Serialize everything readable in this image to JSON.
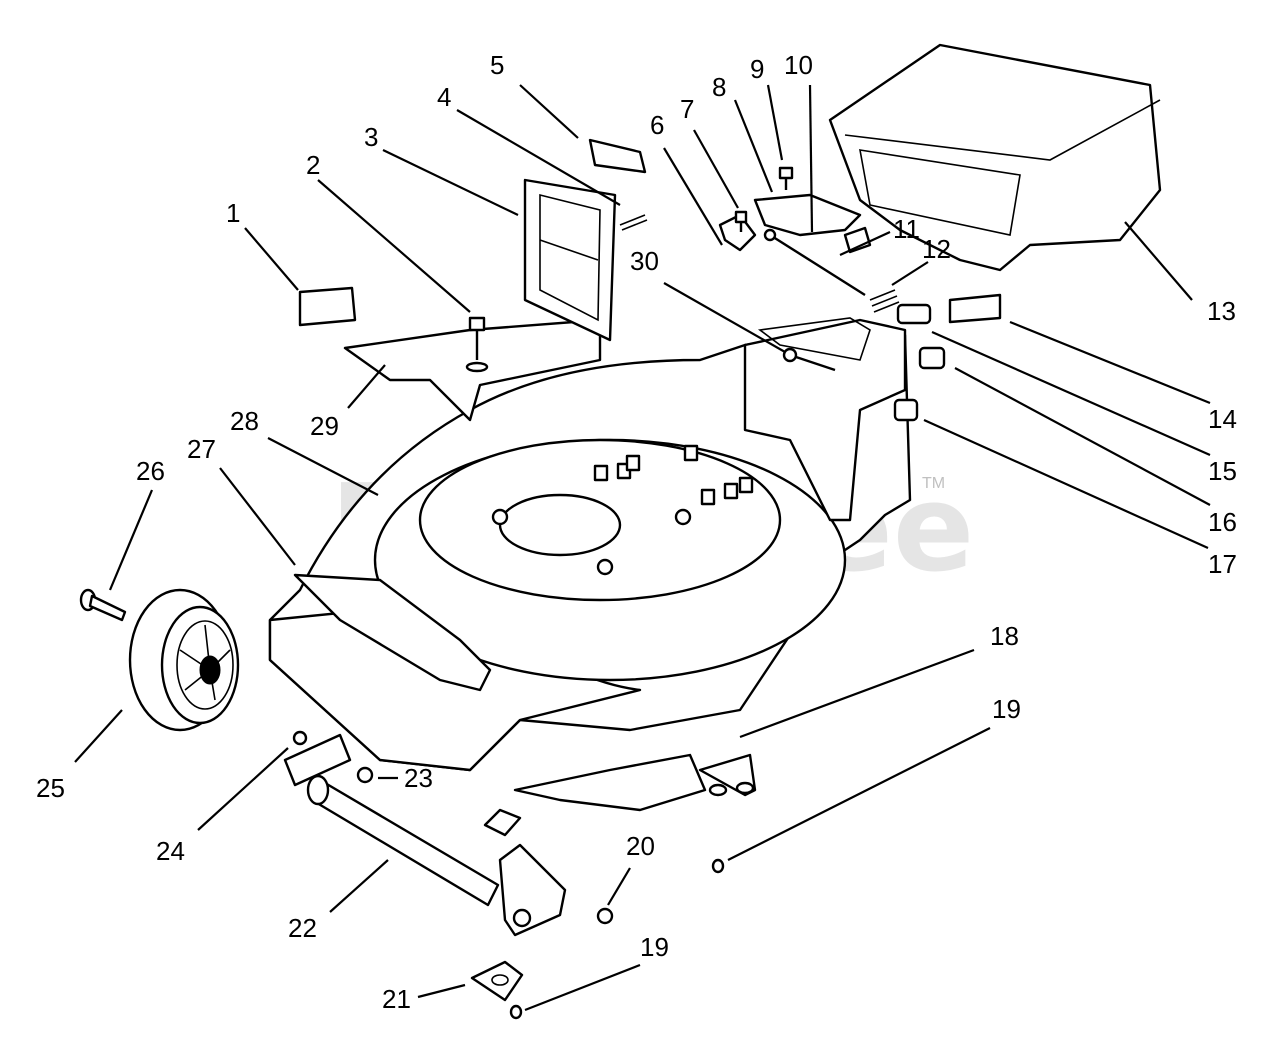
{
  "watermark": {
    "text": "PartsTree",
    "mark": "TM"
  },
  "callouts": [
    {
      "id": "1",
      "label": "1"
    },
    {
      "id": "2",
      "label": "2"
    },
    {
      "id": "3",
      "label": "3"
    },
    {
      "id": "4",
      "label": "4"
    },
    {
      "id": "5",
      "label": "5"
    },
    {
      "id": "6",
      "label": "6"
    },
    {
      "id": "7",
      "label": "7"
    },
    {
      "id": "8",
      "label": "8"
    },
    {
      "id": "9",
      "label": "9"
    },
    {
      "id": "10",
      "label": "10"
    },
    {
      "id": "11",
      "label": "11"
    },
    {
      "id": "12",
      "label": "12"
    },
    {
      "id": "13",
      "label": "13"
    },
    {
      "id": "14",
      "label": "14"
    },
    {
      "id": "15",
      "label": "15"
    },
    {
      "id": "16",
      "label": "16"
    },
    {
      "id": "17",
      "label": "17"
    },
    {
      "id": "18",
      "label": "18"
    },
    {
      "id": "19a",
      "label": "19"
    },
    {
      "id": "19b",
      "label": "19"
    },
    {
      "id": "20",
      "label": "20"
    },
    {
      "id": "21",
      "label": "21"
    },
    {
      "id": "22",
      "label": "22"
    },
    {
      "id": "23",
      "label": "23"
    },
    {
      "id": "24",
      "label": "24"
    },
    {
      "id": "25",
      "label": "25"
    },
    {
      "id": "26",
      "label": "26"
    },
    {
      "id": "27",
      "label": "27"
    },
    {
      "id": "28",
      "label": "28"
    },
    {
      "id": "29",
      "label": "29"
    },
    {
      "id": "30",
      "label": "30"
    }
  ]
}
